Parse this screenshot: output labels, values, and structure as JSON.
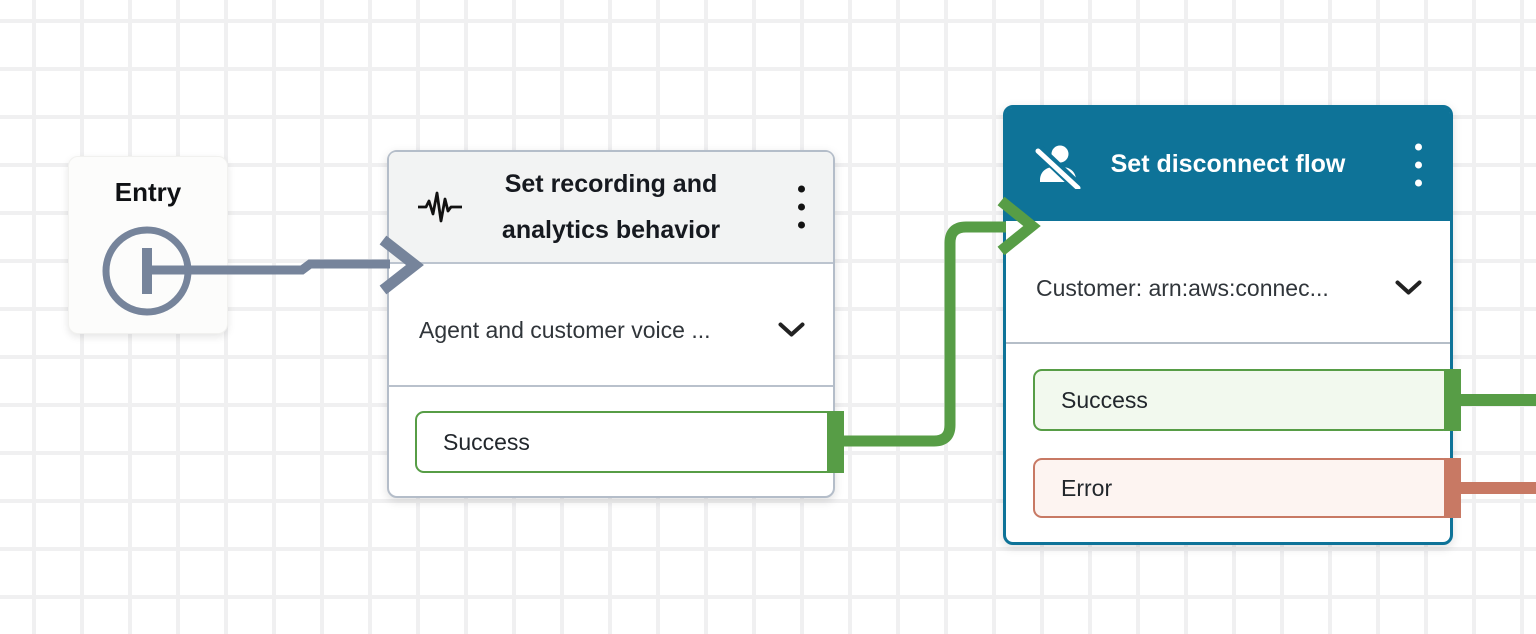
{
  "canvas": {
    "background": "#ffffff",
    "grid_color": "#f0f0f1"
  },
  "entry_node": {
    "title": "Entry",
    "icon": "entry-start-port-icon"
  },
  "recording_node": {
    "title": "Set recording and analytics behavior",
    "icon": "waveform-icon",
    "menu_icon": "kebab-menu-icon",
    "parameter": {
      "value": "Agent and customer voice ...",
      "icon": "chevron-down-icon"
    },
    "outputs": [
      {
        "label": "Success",
        "state": "success"
      }
    ]
  },
  "disconnect_node": {
    "title": "Set disconnect flow",
    "icon": "user-disconnect-icon",
    "menu_icon": "kebab-menu-icon",
    "parameter": {
      "value": "Customer: arn:aws:connec...",
      "icon": "chevron-down-icon"
    },
    "outputs": [
      {
        "label": "Success",
        "state": "success"
      },
      {
        "label": "Error",
        "state": "error"
      }
    ]
  },
  "colors": {
    "header_teal": "#0e7398",
    "header_gray": "#f2f3f3",
    "success_green": "#579d46",
    "error_salmon": "#c87964",
    "connector_gray": "#76849b"
  },
  "connections": [
    {
      "from": "entry",
      "to": "recording-block",
      "color": "#76849b"
    },
    {
      "from": "recording-block:Success",
      "to": "disconnect-block",
      "color": "#579d46"
    },
    {
      "from": "disconnect-block:Success",
      "to": "offscreen-right",
      "color": "#579d46"
    },
    {
      "from": "disconnect-block:Error",
      "to": "offscreen-right",
      "color": "#c87964"
    }
  ]
}
